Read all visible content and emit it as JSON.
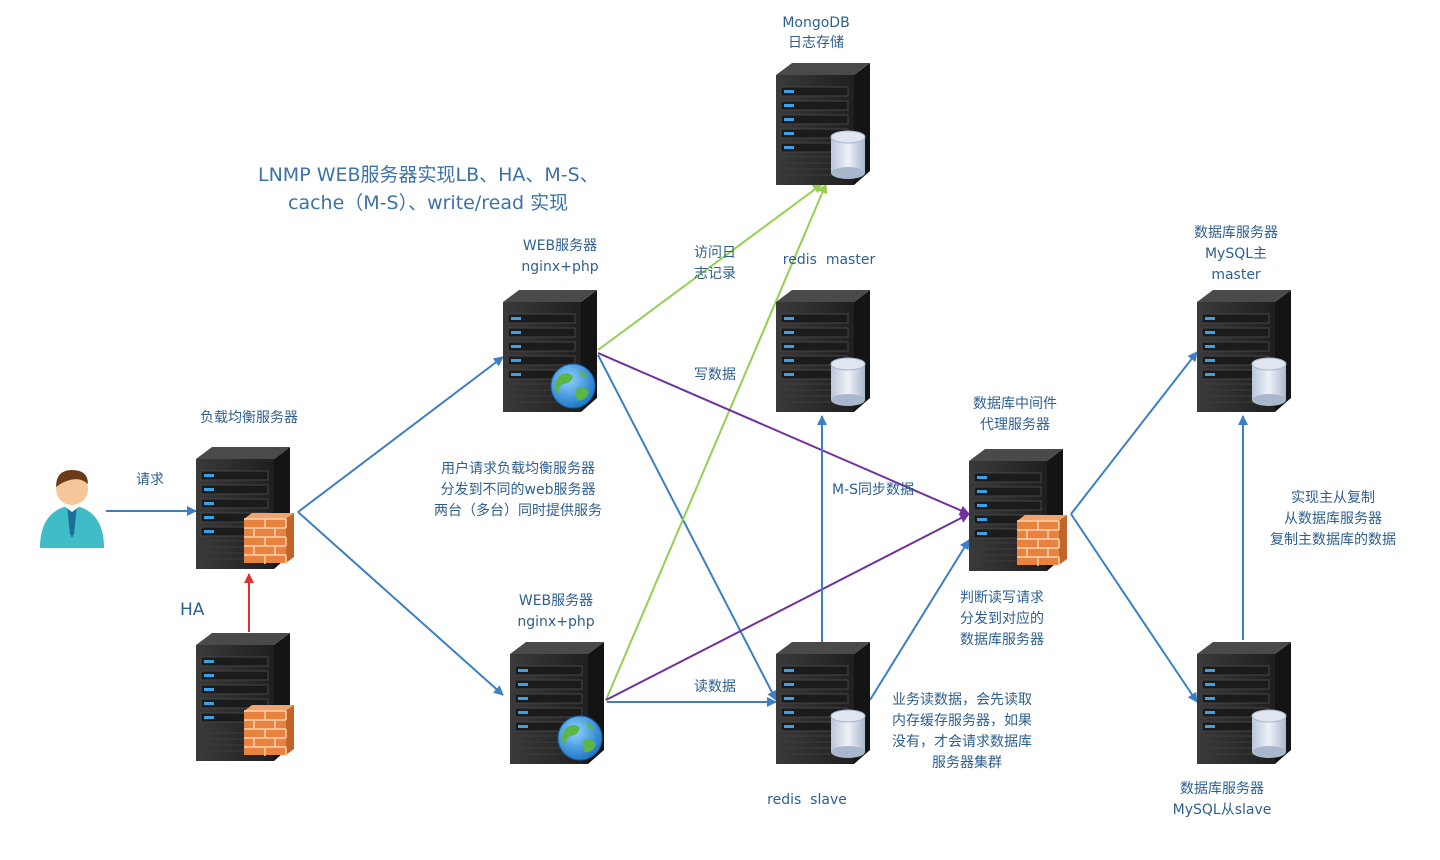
{
  "title": {
    "line1": "LNMP WEB服务器实现LB、HA、M-S、",
    "line2": "cache（M-S）、write/read 实现"
  },
  "nodes": {
    "mongodb": {
      "line1": "MongoDB",
      "line2": "日志存储"
    },
    "web_top": {
      "line1": "WEB服务器",
      "line2": "nginx+php"
    },
    "web_bottom": {
      "line1": "WEB服务器",
      "line2": "nginx+php"
    },
    "redis_master": {
      "label": "redis  master"
    },
    "redis_slave": {
      "label": "redis  slave"
    },
    "load_balancer": {
      "label": "负载均衡服务器"
    },
    "backup_lb": {
      "label": "HA"
    },
    "db_proxy": {
      "line1": "数据库中间件",
      "line2": "代理服务器"
    },
    "mysql_master": {
      "line1": "数据库服务器",
      "line2": "MySQL主",
      "line3": "master"
    },
    "mysql_slave": {
      "line1": "数据库服务器",
      "line2": "MySQL从slave"
    }
  },
  "edge_labels": {
    "request": "请求",
    "access_log": {
      "line1": "访问日",
      "line2": "志记录"
    },
    "write_data": "写数据",
    "ms_sync": "M-S同步数据",
    "read_data": "读数据"
  },
  "notes": {
    "lb_dispatch": {
      "line1": "用户请求负载均衡服务器",
      "line2": "分发到不同的web服务器",
      "line3": "两台（多台）同时提供服务"
    },
    "proxy_dispatch": {
      "line1": "判断读写请求",
      "line2": "分发到对应的",
      "line3": "数据库服务器"
    },
    "cache_read": {
      "line1": "业务读数据，会先读取",
      "line2": "内存缓存服务器，如果",
      "line3": "没有，才会请求数据库",
      "line4": "服务器集群"
    },
    "replication": {
      "line1": "实现主从复制",
      "line2": "从数据库服务器",
      "line3": "复制主数据库的数据"
    }
  },
  "colors": {
    "blue_arrow": "#3b7fc4",
    "green_arrow": "#93d050",
    "purple_arrow": "#7030a0",
    "red_arrow": "#e03030",
    "text": "#2e5f8f",
    "server_body": "#2b2b2b",
    "server_light": "#3aa0e8"
  }
}
